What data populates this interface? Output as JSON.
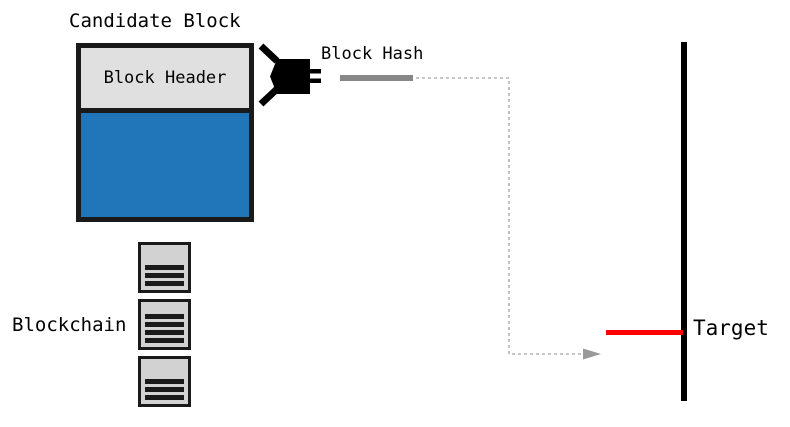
{
  "candidate_block": {
    "title": "Candidate Block",
    "header_label": "Block Header"
  },
  "block_hash": {
    "label": "Block Hash"
  },
  "blockchain": {
    "label": "Blockchain",
    "blocks": [
      {
        "stripes": 3
      },
      {
        "stripes": 4
      },
      {
        "stripes": 3
      }
    ]
  },
  "target": {
    "label": "Target"
  },
  "icons": {
    "hash_function": "hash-function-icon",
    "arrowhead": "arrowhead-icon"
  },
  "colors": {
    "block_blue": "#2176ba",
    "header_gray": "#e0e0e0",
    "mini_block_gray": "#d2d2d2",
    "outline_black": "#1a1a1a",
    "hash_bar_gray": "#878787",
    "dashed_gray": "#b3b3b3",
    "arrow_gray": "#999999",
    "target_red": "#fe0000"
  }
}
